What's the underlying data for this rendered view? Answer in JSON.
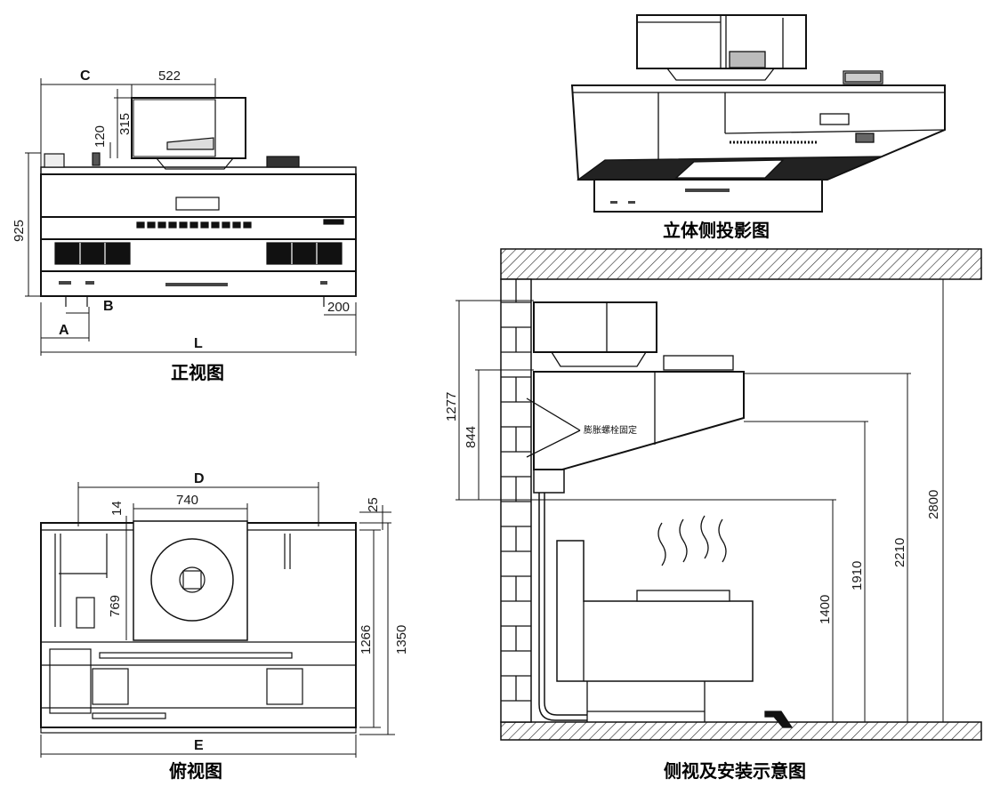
{
  "views": {
    "front": {
      "title": "正视图",
      "labels": {
        "C": "C",
        "A": "A",
        "B": "B",
        "L": "L"
      },
      "dims": {
        "w522": "522",
        "h315": "315",
        "h120": "120",
        "h925": "925",
        "w200": "200"
      }
    },
    "iso": {
      "title": "立体侧投影图"
    },
    "top": {
      "title": "俯视图",
      "labels": {
        "D": "D",
        "E": "E"
      },
      "dims": {
        "w740": "740",
        "d14": "14",
        "d25": "25",
        "d769": "769",
        "d1266": "1266",
        "d1350": "1350"
      }
    },
    "side": {
      "title": "侧视及安装示意图",
      "note": "膨胀螺栓固定",
      "dims": {
        "h1277": "1277",
        "h844": "844",
        "h2800": "2800",
        "h2210": "2210",
        "h1910": "1910",
        "h1400": "1400"
      }
    }
  }
}
